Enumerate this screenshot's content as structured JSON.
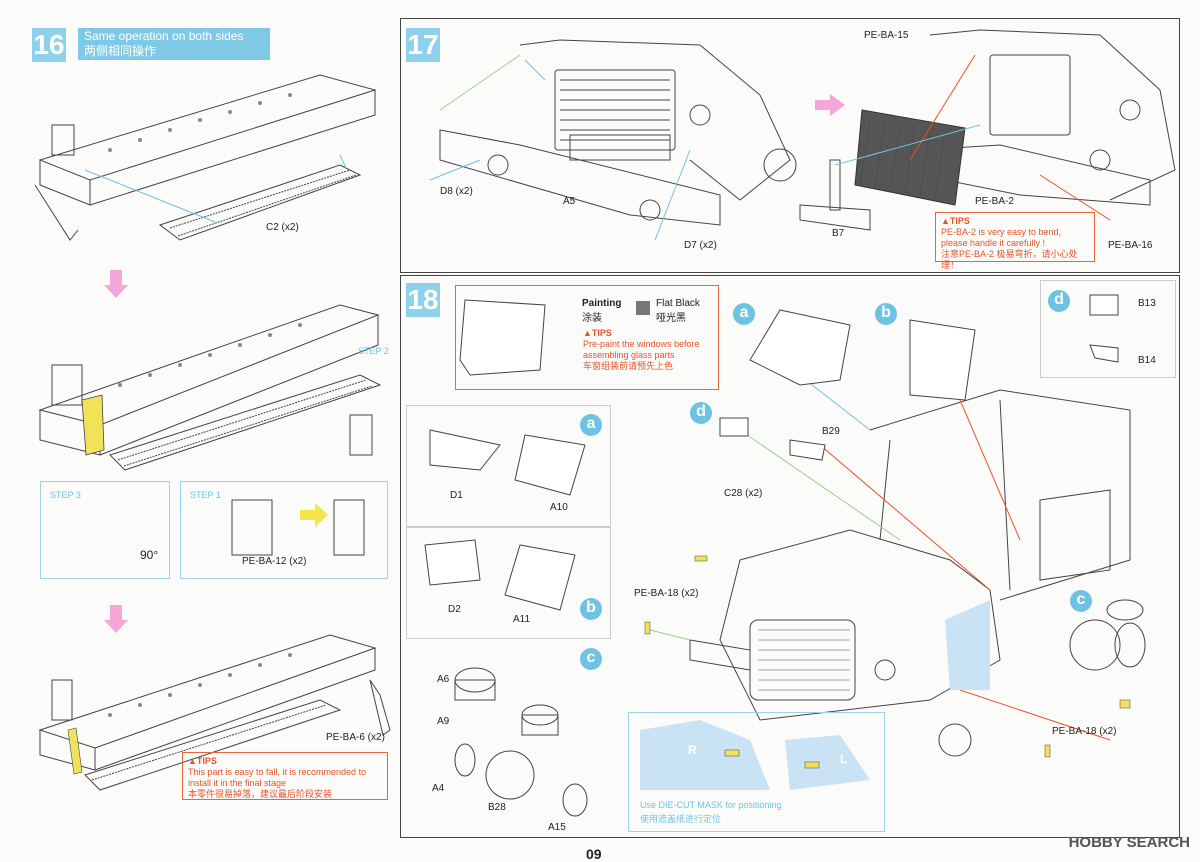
{
  "step16": {
    "number": "16",
    "banner_en": "Same operation on both sides",
    "banner_cn": "两侧相同操作",
    "part_c2": "C2 (x2)",
    "step1": "STEP 1",
    "step2": "STEP 2",
    "step3": "STEP 3",
    "angle": "90°",
    "pe_ba12": "PE-BA-12 (x2)",
    "pe_ba6": "PE-BA-6 (x2)",
    "tip_head": "▲TIPS",
    "tip_en": "This part is easy to fall, it is recommended to install it in the final stage",
    "tip_cn": "本零件很易掉落，建议最后阶段安装"
  },
  "step17": {
    "number": "17",
    "d8": "D8 (x2)",
    "a5": "A5",
    "d7": "D7 (x2)",
    "pe15": "PE-BA-15",
    "pe2": "PE-BA-2",
    "pe16": "PE-BA-16",
    "b7": "B7",
    "tip_head": "▲TIPS",
    "tip_en": "PE-BA-2 is very easy to bend, please handle it carefully !",
    "tip_cn": "注意PE-BA-2 极易弯折，请小心处理！"
  },
  "step18": {
    "number": "18",
    "painting_en": "Painting",
    "painting_cn": "涂装",
    "color_en": "Flat Black",
    "color_cn": "哑光黑",
    "tip_head": "▲TIPS",
    "tip_en": "Pre-paint the windows before assembling glass parts",
    "tip_cn": "车窗组装前请预先上色",
    "sub_a": "a",
    "sub_b": "b",
    "sub_c": "c",
    "sub_d": "d",
    "d1": "D1",
    "a10": "A10",
    "d2": "D2",
    "a11": "A11",
    "a6": "A6",
    "a9": "A9",
    "a4": "A4",
    "b28": "B28",
    "a15": "A15",
    "b13": "B13",
    "b14": "B14",
    "b29": "B29",
    "c28": "C28 (x2)",
    "pe18a": "PE-BA-18 (x2)",
    "pe18b": "PE-BA-18 (x2)",
    "mask_r": "R",
    "mask_l": "L",
    "mask_en": "Use DIE-CUT MASK for positioning",
    "mask_cn": "使用遮盖纸进行定位"
  },
  "footer": {
    "page": "09",
    "logo": "HOBBY SEARCH"
  },
  "colors": {
    "accent_blue": "#6ec3e4",
    "tip_orange": "#e8532b",
    "arrow_pink": "#f4a6d8"
  }
}
